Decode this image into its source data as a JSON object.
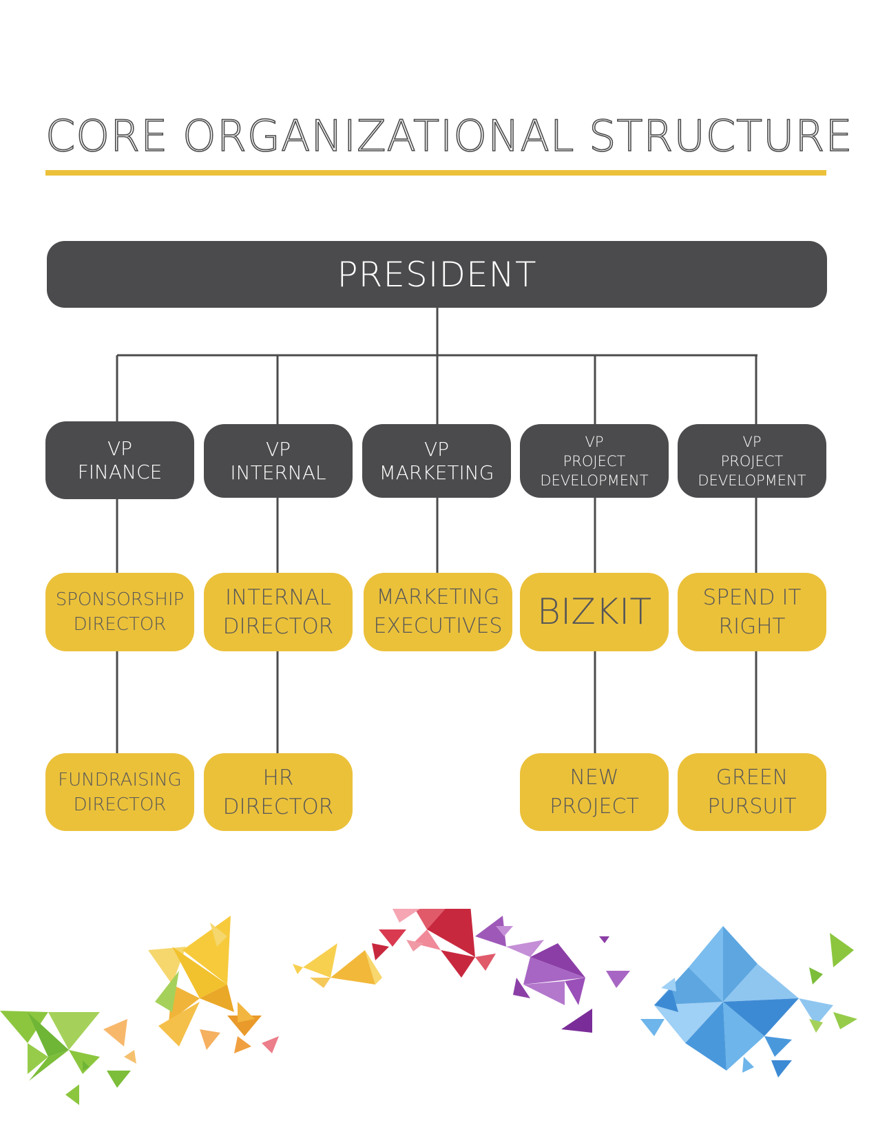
{
  "title": "CORE ORGANIZATIONAL STRUCTURE",
  "president": "PRESIDENT",
  "vps": [
    {
      "line1": "VP",
      "line2": "FINANCE"
    },
    {
      "line1": "VP",
      "line2": "INTERNAL"
    },
    {
      "line1": "VP",
      "line2": "MARKETING"
    },
    {
      "line1": "VP",
      "line2": "PROJECT",
      "line3": "DEVELOPMENT"
    },
    {
      "line1": "VP",
      "line2": "PROJECT",
      "line3": "DEVELOPMENT"
    }
  ],
  "level2": [
    {
      "line1": "SPONSORSHIP",
      "line2": "DIRECTOR"
    },
    {
      "line1": "INTERNAL",
      "line2": "DIRECTOR"
    },
    {
      "line1": "MARKETING",
      "line2": "EXECUTIVES"
    },
    {
      "line1": "BIZKIT"
    },
    {
      "line1": "SPEND IT",
      "line2": "RIGHT"
    }
  ],
  "level3": [
    {
      "line1": "FUNDRAISING",
      "line2": "DIRECTOR"
    },
    {
      "line1": "HR",
      "line2": "DIRECTOR"
    },
    {
      "line1": "NEW",
      "line2": "PROJECT"
    },
    {
      "line1": "GREEN",
      "line2": "PURSUIT"
    }
  ],
  "colors": {
    "dark_box": "#4b4b4d",
    "gold_box": "#ebc13a",
    "connector": "#4b4b4d",
    "accent_rule": "#ebc13a"
  }
}
